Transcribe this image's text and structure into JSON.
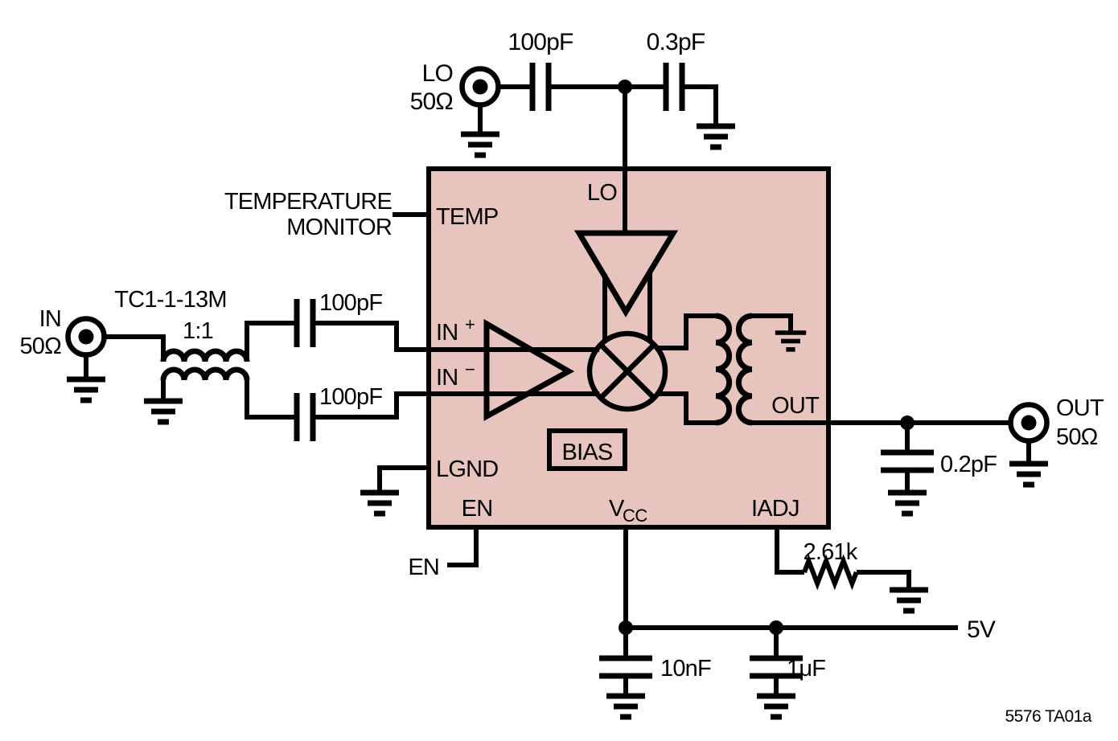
{
  "footer": "5576 TA01a",
  "colors": {
    "block_fill": "#e7c4bd",
    "line": "#000000",
    "background": "#ffffff"
  },
  "lo_input": {
    "port": "LO",
    "impedance": "50Ω",
    "series_cap": "100pF",
    "shunt_cap": "0.3pF"
  },
  "temp_monitor": {
    "line1": "TEMPERATURE",
    "line2": "MONITOR"
  },
  "rf_input": {
    "port": "IN",
    "impedance": "50Ω",
    "transformer_part": "TC1-1-13M",
    "transformer_ratio": "1:1",
    "top_cap": "100pF",
    "bottom_cap": "100pF"
  },
  "chip": {
    "pins": {
      "temp": "TEMP",
      "lo": "LO",
      "in_plus": {
        "base": "IN",
        "sup": "+"
      },
      "in_minus": {
        "base": "IN",
        "sup": "−"
      },
      "lgnd": "LGND",
      "en": "EN",
      "vcc": {
        "base": "V",
        "sub": "CC"
      },
      "iadj": "IADJ",
      "out": "OUT"
    },
    "bias": "BIAS"
  },
  "enable": {
    "label": "EN"
  },
  "supply": {
    "rail": "5V",
    "bypass_cap": "10nF",
    "bulk_cap": "1μF",
    "iadj_resistor": "2.61k"
  },
  "output": {
    "shunt_cap": "0.2pF",
    "port": "OUT",
    "impedance": "50Ω"
  }
}
